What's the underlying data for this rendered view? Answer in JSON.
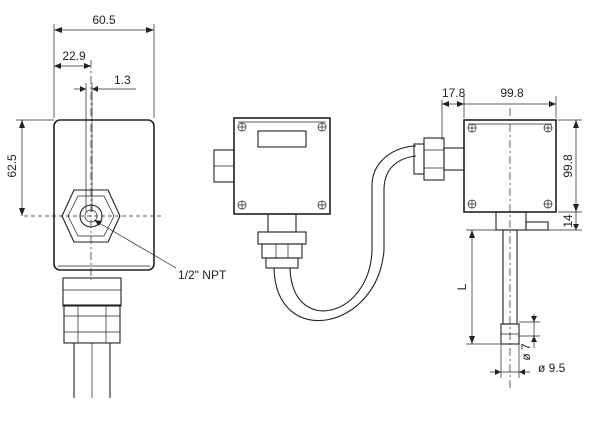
{
  "front_view": {
    "width_label": "60.5",
    "center_offset_label": "22.9",
    "probe_gap_label": "1.3",
    "height_label": "62.5",
    "thread_label": "1/2\" NPT"
  },
  "side_view": {
    "gland_label": "17.8",
    "width_label": "99.8",
    "height_label": "99.8",
    "mount_label": "14",
    "probe_length_label": "L",
    "probe_diameter_label": "ø 7",
    "tip_diameter_label": "ø 9.5"
  }
}
